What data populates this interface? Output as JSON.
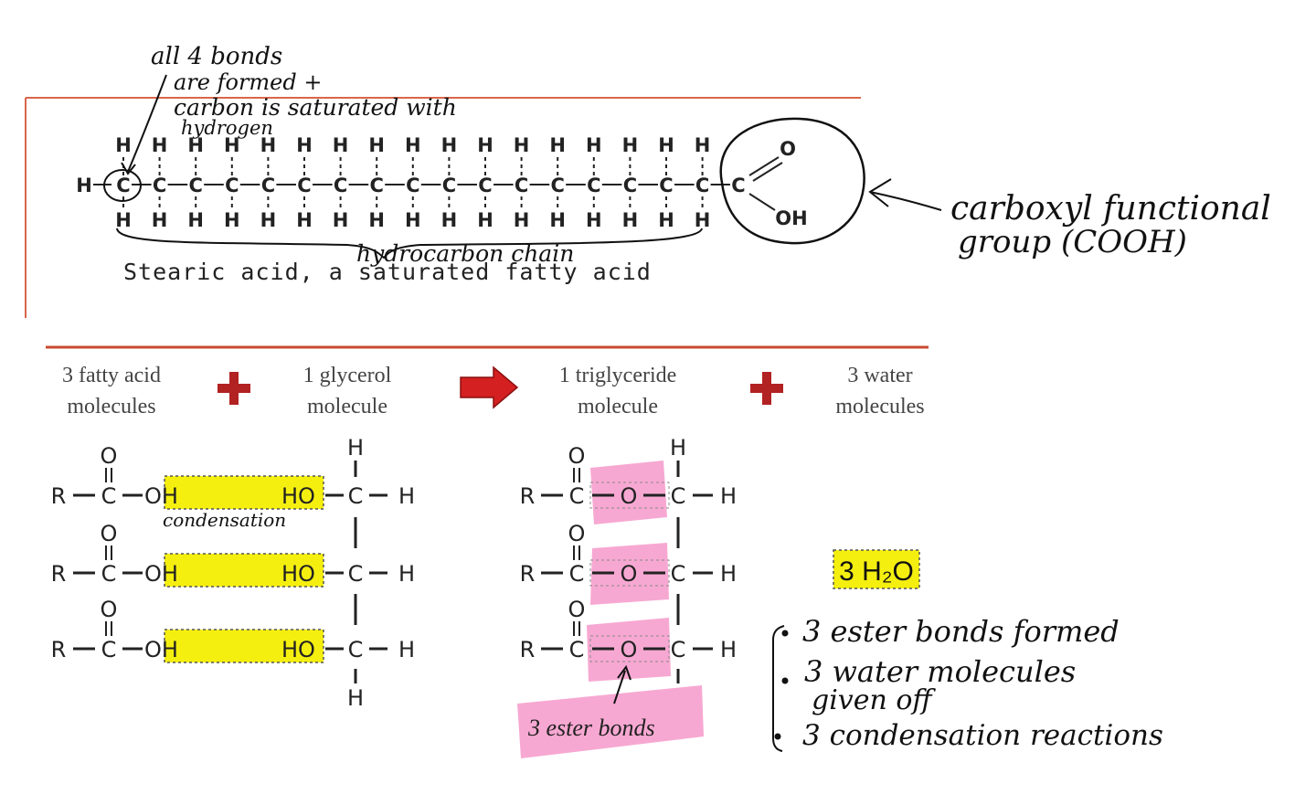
{
  "colors": {
    "rule": "#d9664a",
    "plus": "#b22222",
    "arrow": "#d42020",
    "highlight_yellow": "#f5ef10",
    "highlight_pink": "#f7a8d2"
  },
  "top": {
    "caption": "Stearic acid, a saturated fatty acid",
    "notes": {
      "bonds_line1": "all 4 bonds",
      "bonds_line2": "are formed +",
      "bonds_line3": "carbon is saturated with",
      "bonds_line4": "hydrogen",
      "chain": "hydrocarbon chain",
      "carboxyl_line1": "carboxyl functional",
      "carboxyl_line2": "group (COOH)"
    },
    "atoms": {
      "H": "H",
      "C": "C",
      "O": "O",
      "OH": "OH"
    }
  },
  "equation": {
    "term1_line1": "3 fatty acid",
    "term1_line2": "molecules",
    "term2_line1": "1 glycerol",
    "term2_line2": "molecule",
    "term3_line1": "1 triglyceride",
    "term3_line2": "molecule",
    "term4_line1": "3 water",
    "term4_line2": "molecules",
    "plus_icon": "plus-icon",
    "arrow_icon": "right-arrow-icon"
  },
  "reaction": {
    "R": "R",
    "C": "C",
    "O": "O",
    "H": "H",
    "OH": "OH",
    "HO": "HO",
    "condensation_note": "condensation",
    "water": "3 H₂O",
    "ester_label": "3 ester bonds"
  },
  "summary": {
    "item1": "3 ester bonds formed",
    "item2_line1": "3 water molecules",
    "item2_line2": "given off",
    "item3": "3 condensation reactions"
  }
}
